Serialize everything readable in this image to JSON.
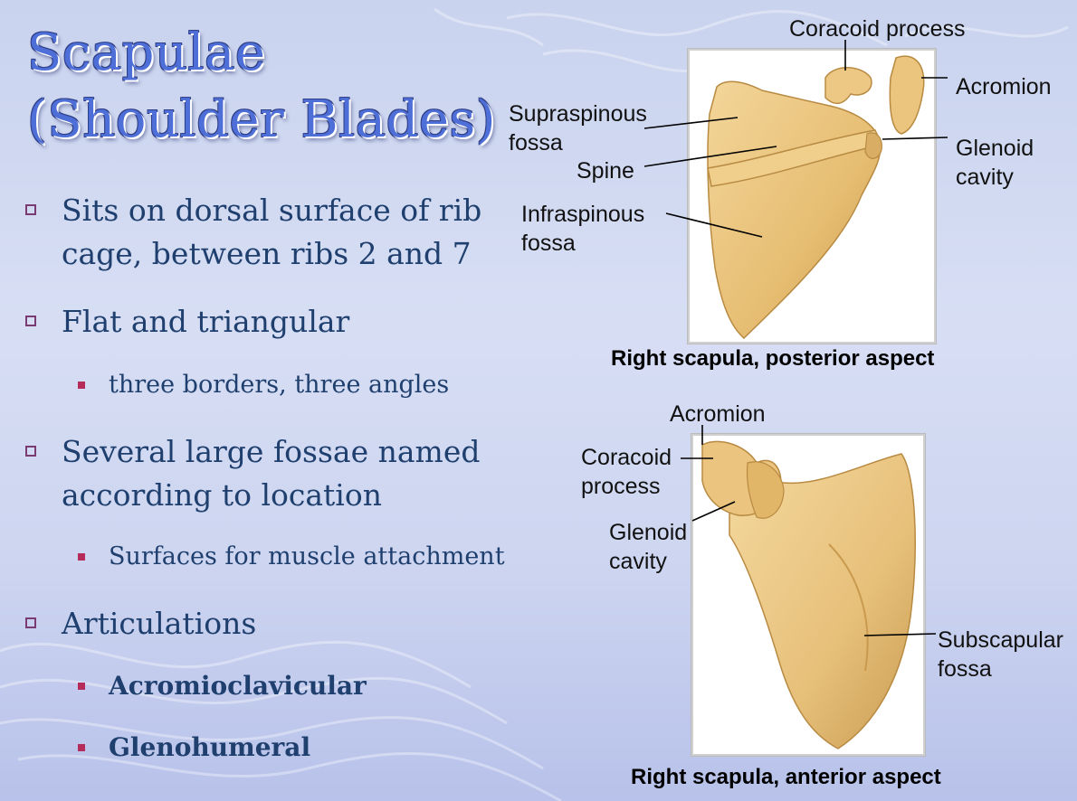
{
  "title": {
    "line1": "Scapulae",
    "line2": "(Shoulder Blades)"
  },
  "bullets": [
    {
      "text_line1": "Sits on dorsal surface of rib",
      "text_line2": "cage, between ribs 2 and 7"
    },
    {
      "text_line1": "Flat and triangular"
    },
    {
      "sub": "three borders, three angles"
    },
    {
      "text_line1": "Several large fossae named",
      "text_line2": "according to location"
    },
    {
      "sub": "Surfaces for muscle attachment"
    },
    {
      "text_line1": "Articulations"
    },
    {
      "sub": "Acromioclavicular"
    },
    {
      "sub": "Glenohumeral"
    }
  ],
  "figure_posterior": {
    "caption": "Right scapula, posterior aspect",
    "labels": {
      "coracoid": "Coracoid process",
      "acromion": "Acromion",
      "supraspinous_1": "Supraspinous",
      "supraspinous_2": "fossa",
      "glenoid_1": "Glenoid",
      "glenoid_2": "cavity",
      "spine": "Spine",
      "infraspinous_1": "Infraspinous",
      "infraspinous_2": "fossa"
    }
  },
  "figure_anterior": {
    "caption": "Right scapula, anterior aspect",
    "labels": {
      "acromion": "Acromion",
      "coracoid_1": "Coracoid",
      "coracoid_2": "process",
      "glenoid_1": "Glenoid",
      "glenoid_2": "cavity",
      "subscapular_1": "Subscapular",
      "subscapular_2": "fossa"
    }
  },
  "colors": {
    "title": "#4f6fd8",
    "text": "#1f3f6e",
    "bone": "#e8c17a",
    "bullet_marker": "#7a3a72",
    "sub_marker": "#b52b5a"
  }
}
